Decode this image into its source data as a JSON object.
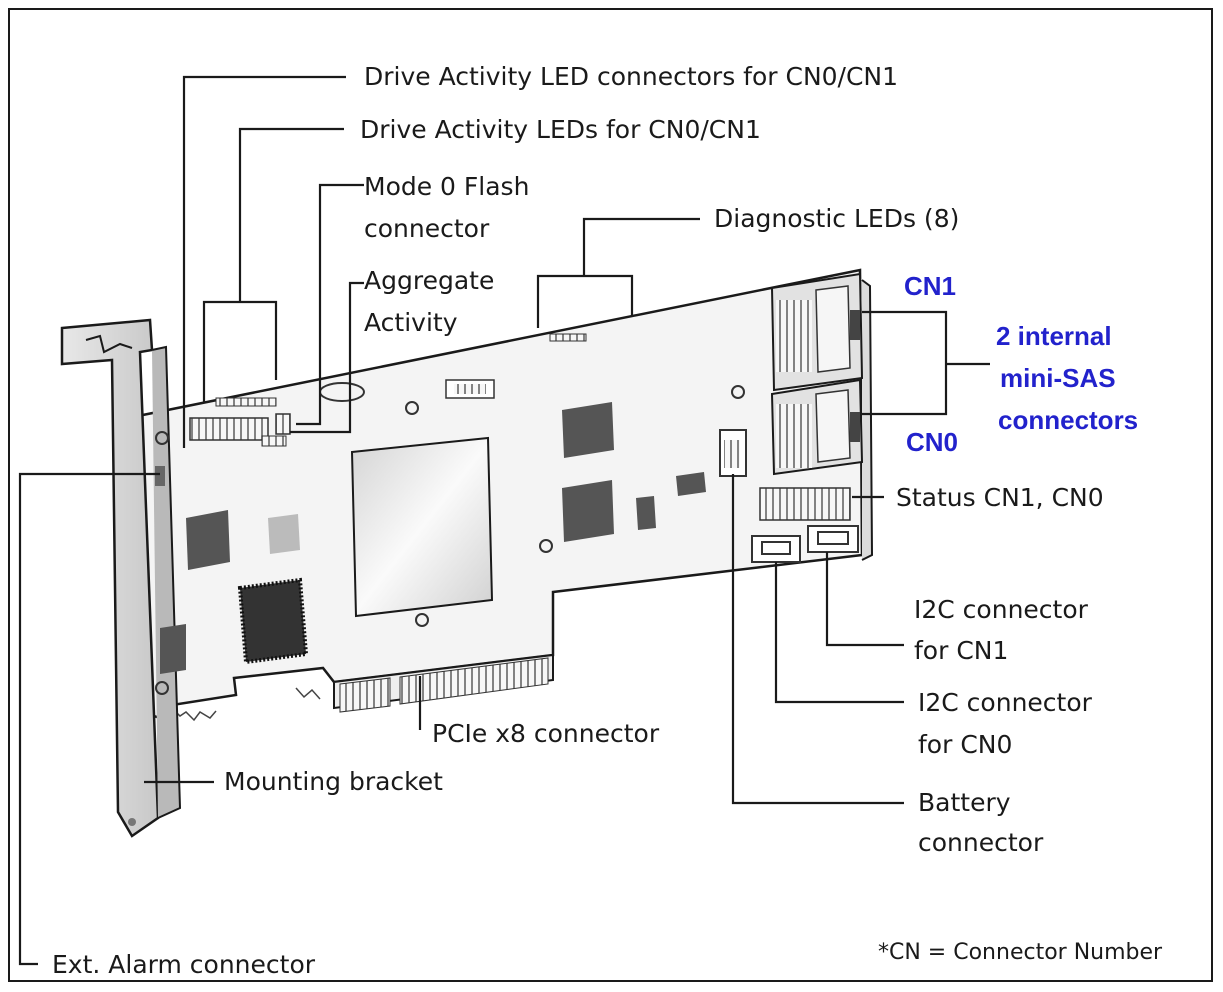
{
  "labels": {
    "drive_led_connectors": "Drive Activity LED connectors for CN0/CN1",
    "drive_leds": "Drive Activity LEDs for CN0/CN1",
    "mode0_line1": "Mode 0 Flash",
    "mode0_line2": "connector",
    "aggregate_line1": "Aggregate",
    "aggregate_line2": "Activity",
    "diagnostic_leds": "Diagnostic LEDs (8)",
    "cn1": "CN1",
    "cn0": "CN0",
    "sas_line1": "2 internal",
    "sas_line2": "mini-SAS",
    "sas_line3": "connectors",
    "status": "Status CN1, CN0",
    "i2c_cn1_line1": "I2C connector",
    "i2c_cn1_line2": "for CN1",
    "i2c_cn0_line1": "I2C connector",
    "i2c_cn0_line2": "for CN0",
    "battery_line1": "Battery",
    "battery_line2": "connector",
    "pcie": "PCIe x8 connector",
    "bracket": "Mounting bracket",
    "alarm": "Ext. Alarm connector",
    "footnote": "*CN = Connector Number"
  },
  "colors": {
    "accent_blue": "#2222cc",
    "line": "#1a1a1a",
    "board": "#f4f4f4",
    "chip": "#555555"
  }
}
